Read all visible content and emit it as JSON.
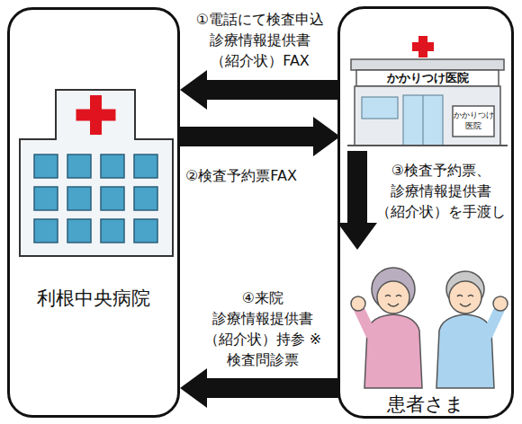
{
  "diagram": {
    "nodes": [
      {
        "text": [
          "利根中央病院"
        ]
      },
      {
        "text": [
          "かかりつけ医院",
          "かかりつけ 医院"
        ]
      },
      {
        "text": [
          "患者さま"
        ]
      }
    ],
    "edges": [
      {
        "from": 1,
        "to": 0,
        "arrow": "to",
        "label": "①電話にて検査申込 診療情報提供書 （紹介状）FAX"
      },
      {
        "from": 0,
        "to": 1,
        "arrow": "to",
        "label": "②検査予約票FAX"
      },
      {
        "from": 1,
        "to": 2,
        "arrow": "to",
        "label": "③検査予約票、 診療情報提供書 （紹介状）を手渡し"
      },
      {
        "from": 2,
        "to": 0,
        "arrow": "to",
        "label": "④来院 診療情報提供書 （紹介状）持参 ※検査問診票"
      }
    ]
  }
}
